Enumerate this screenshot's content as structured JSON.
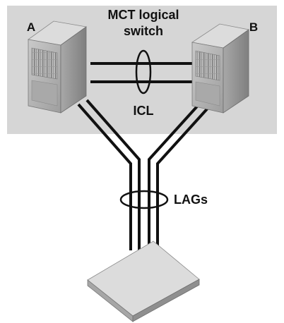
{
  "labels": {
    "switch_a": "A",
    "switch_b": "B",
    "logical_switch_line1": "MCT logical",
    "logical_switch_line2": "switch",
    "icl": "ICL",
    "lags": "LAGs"
  },
  "colors": {
    "logical_switch_background": "#d6d6d6",
    "line": "#111111",
    "device_front": "#b6b6b6",
    "device_top": "#dcdcdc",
    "device_side": "#9a9a9a"
  }
}
